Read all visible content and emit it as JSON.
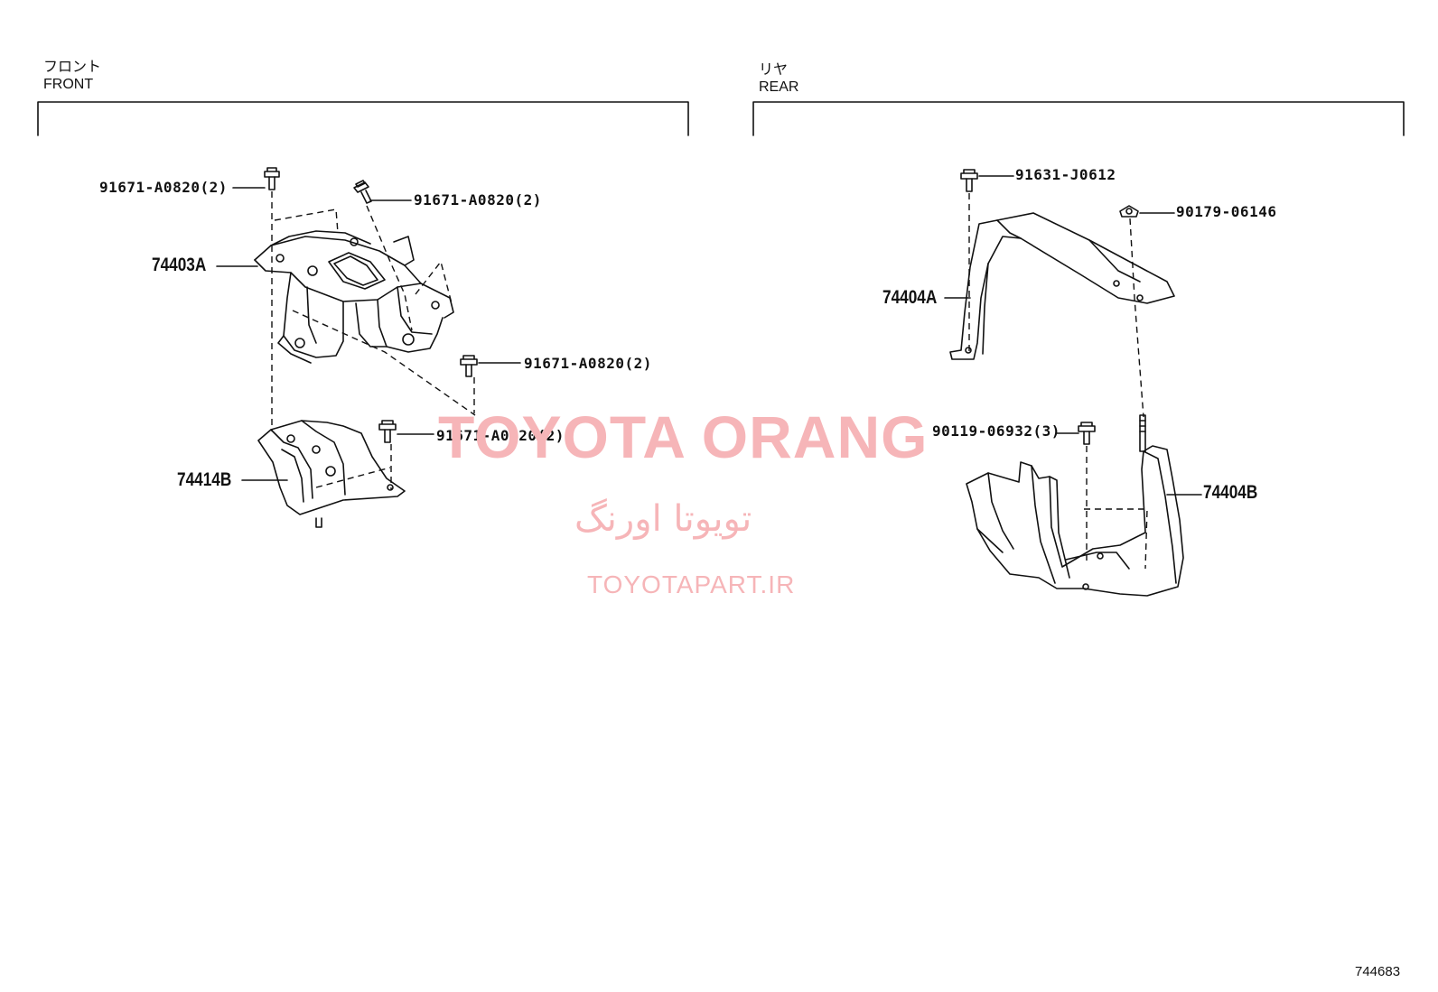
{
  "sections": {
    "front": {
      "label_jp": "フロント",
      "label_en": "FRONT"
    },
    "rear": {
      "label_jp": "リヤ",
      "label_en": "REAR"
    }
  },
  "front_parts": {
    "bolt_top_left": "91671-A0820(2)",
    "bolt_top_right": "91671-A0820(2)",
    "bolt_mid": "91671-A0820(2)",
    "bolt_lower": "91671-A0820(2)",
    "bracket_upper": "74403A",
    "bracket_lower": "74414B"
  },
  "rear_parts": {
    "bolt_top": "91631-J0612",
    "nut_top": "90179-06146",
    "bracket_upper": "74404A",
    "bolt_lower": "90119-06932(3)",
    "bracket_lower": "74404B"
  },
  "watermark": {
    "brand": "TOYOTA ORANG",
    "brand_fa": "تویوتا اورنگ",
    "site": "TOYOTAPART.IR"
  },
  "diagram_code": "744683"
}
